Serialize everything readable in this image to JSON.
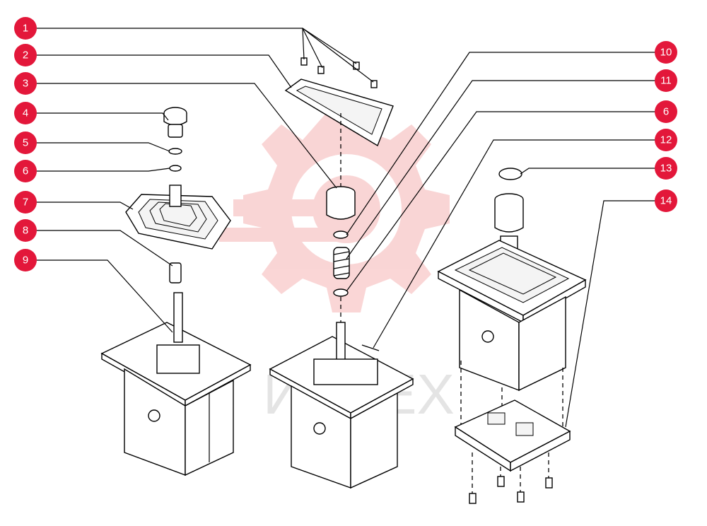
{
  "colors": {
    "badge": "#e3173a",
    "watermark": "#f3b7b7",
    "line": "#000000"
  },
  "callouts": [
    {
      "number": "1"
    },
    {
      "number": "2"
    },
    {
      "number": "3"
    },
    {
      "number": "4"
    },
    {
      "number": "5"
    },
    {
      "number": "6"
    },
    {
      "number": "7"
    },
    {
      "number": "8"
    },
    {
      "number": "9"
    },
    {
      "number": "10"
    },
    {
      "number": "11"
    },
    {
      "number": "6"
    },
    {
      "number": "12"
    },
    {
      "number": "13"
    },
    {
      "number": "14"
    }
  ],
  "watermark": {
    "text": "ИНТЕХ"
  }
}
